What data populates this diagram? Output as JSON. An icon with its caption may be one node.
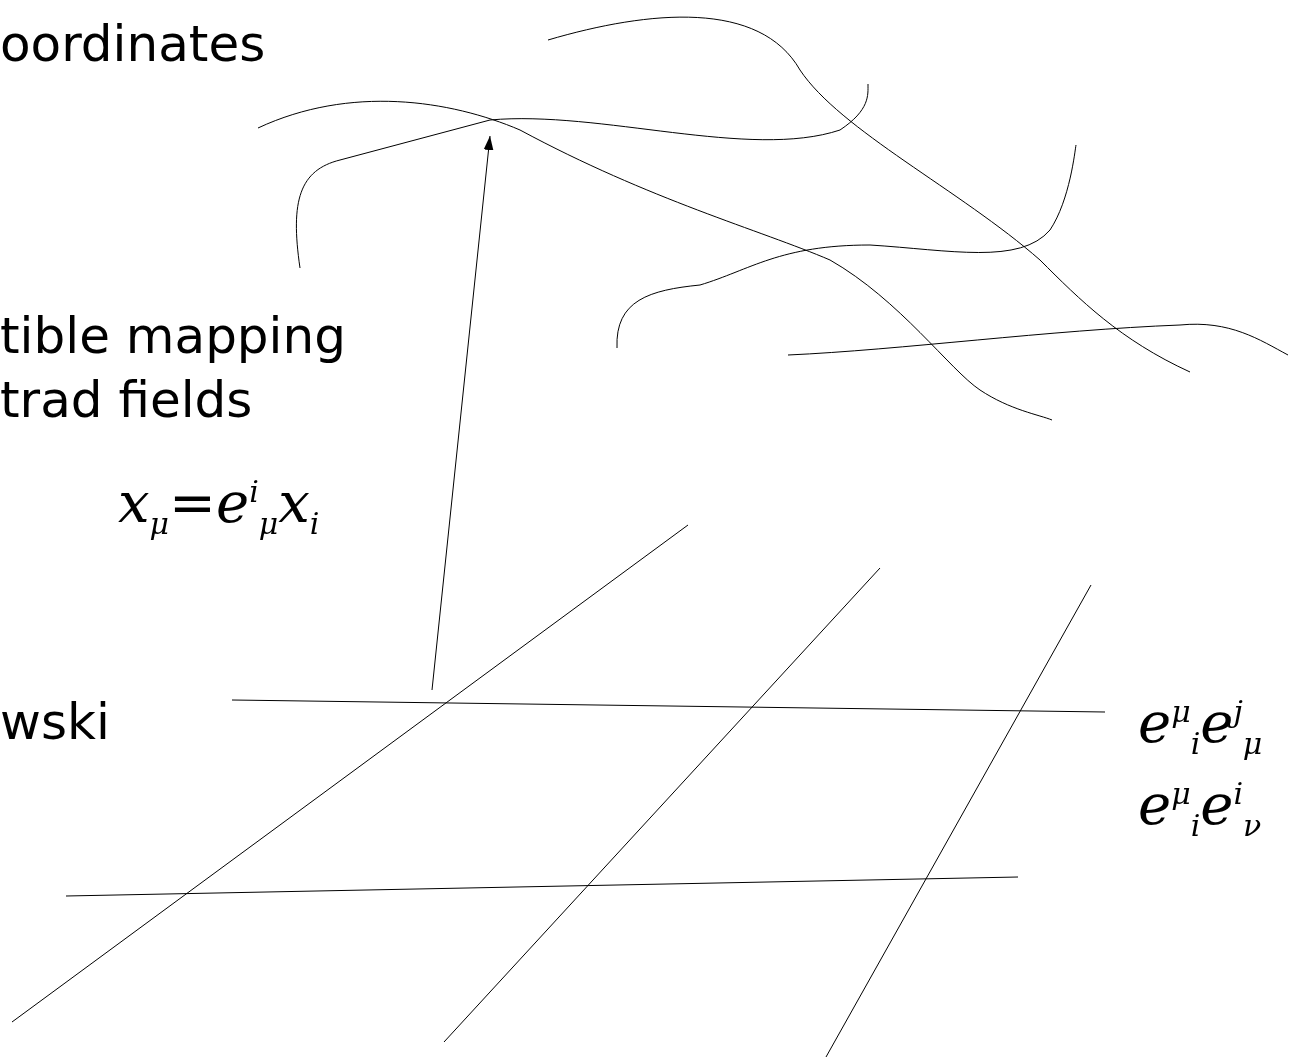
{
  "diagram": {
    "nodes": [
      {
        "text": [],
        "shape": "picture"
      },
      {
        "text": [],
        "shape": "picture"
      }
    ],
    "edges": [
      {
        "from": 1,
        "to": 0,
        "arrow": "to"
      }
    ],
    "labels": [
      "oordinates",
      "tible mapping trad fields",
      "x$_{μ}$=e$^{i}$$_{μ}$x$_{i}$",
      "wski",
      "e$^{μ}$$_{i}$e$^{j}$$_{μ}$",
      "e$^{μ}$$_{i}$e$^{i}$$_{ν}$"
    ]
  }
}
